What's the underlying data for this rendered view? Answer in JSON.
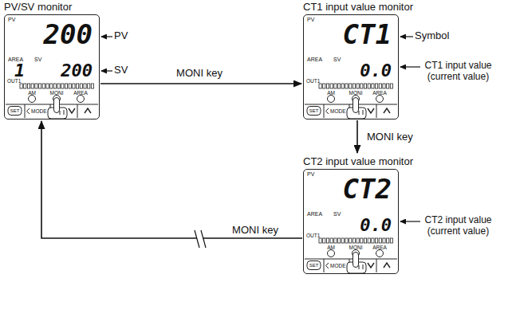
{
  "diagram": {
    "nodes": [
      {
        "text": [
          "PV/SV monitor",
          "200",
          "1",
          "200"
        ]
      },
      {
        "text": [
          "CT1 input value monitor",
          "CT1",
          "0.0"
        ]
      },
      {
        "text": [
          "CT2 input value monitor",
          "CT2",
          "0.0"
        ]
      }
    ],
    "edges": [
      {
        "from": 0,
        "to": 1,
        "arrow": "to",
        "label": "MONI key"
      },
      {
        "from": 1,
        "to": 2,
        "arrow": "to",
        "label": "MONI key"
      },
      {
        "from": 2,
        "to": 0,
        "arrow": "to",
        "label": "MONI key"
      }
    ],
    "labels": [
      "PV",
      "AREA",
      "SV",
      "OUT1",
      "AM",
      "MONI",
      "AREA",
      "SET",
      "MODE",
      "PV",
      "SV",
      "PV",
      "AREA",
      "SV",
      "OUT1",
      "AM",
      "MONI",
      "AREA",
      "SET",
      "MODE",
      "Symbol",
      "CT1 input value (current value)",
      "PV",
      "AREA",
      "SV",
      "OUT1",
      "AM",
      "MONI",
      "AREA",
      "SET",
      "MODE",
      "CT2 input value (current value)"
    ]
  }
}
